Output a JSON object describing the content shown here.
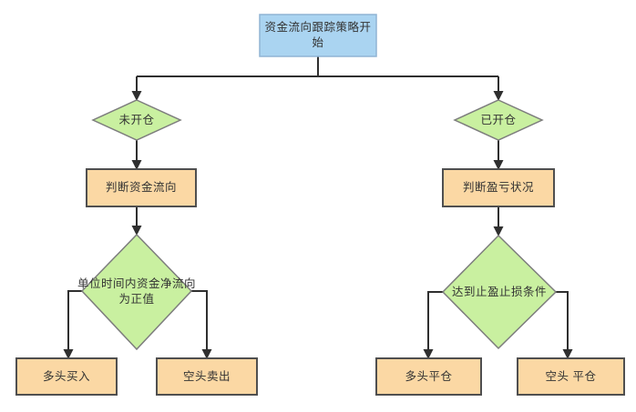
{
  "colors": {
    "background": "#ffffff",
    "start_fill": "#aad4f1",
    "start_stroke": "#8fb4d4",
    "decision_fill": "#c9f0a0",
    "decision_stroke": "#7d7d7d",
    "process_fill": "#fbd8a4",
    "process_stroke": "#4f4f4f",
    "edge_color": "#2f2f2f",
    "text_color": "#333333"
  },
  "flowchart": {
    "start": {
      "label": "资金流向跟踪策略开始"
    },
    "branch_left": {
      "condition": {
        "label": "未开仓"
      },
      "process": {
        "label": "判断资金流向"
      },
      "decision": {
        "label": "单位时间内资金净流向\n为正值"
      },
      "outcomes": [
        {
          "label": "多头买入"
        },
        {
          "label": "空头卖出"
        }
      ]
    },
    "branch_right": {
      "condition": {
        "label": "已开仓"
      },
      "process": {
        "label": "判断盈亏状况"
      },
      "decision": {
        "label": "达到止盈止损条件"
      },
      "outcomes": [
        {
          "label": "多头平仓"
        },
        {
          "label": "空头 平仓"
        }
      ]
    }
  }
}
